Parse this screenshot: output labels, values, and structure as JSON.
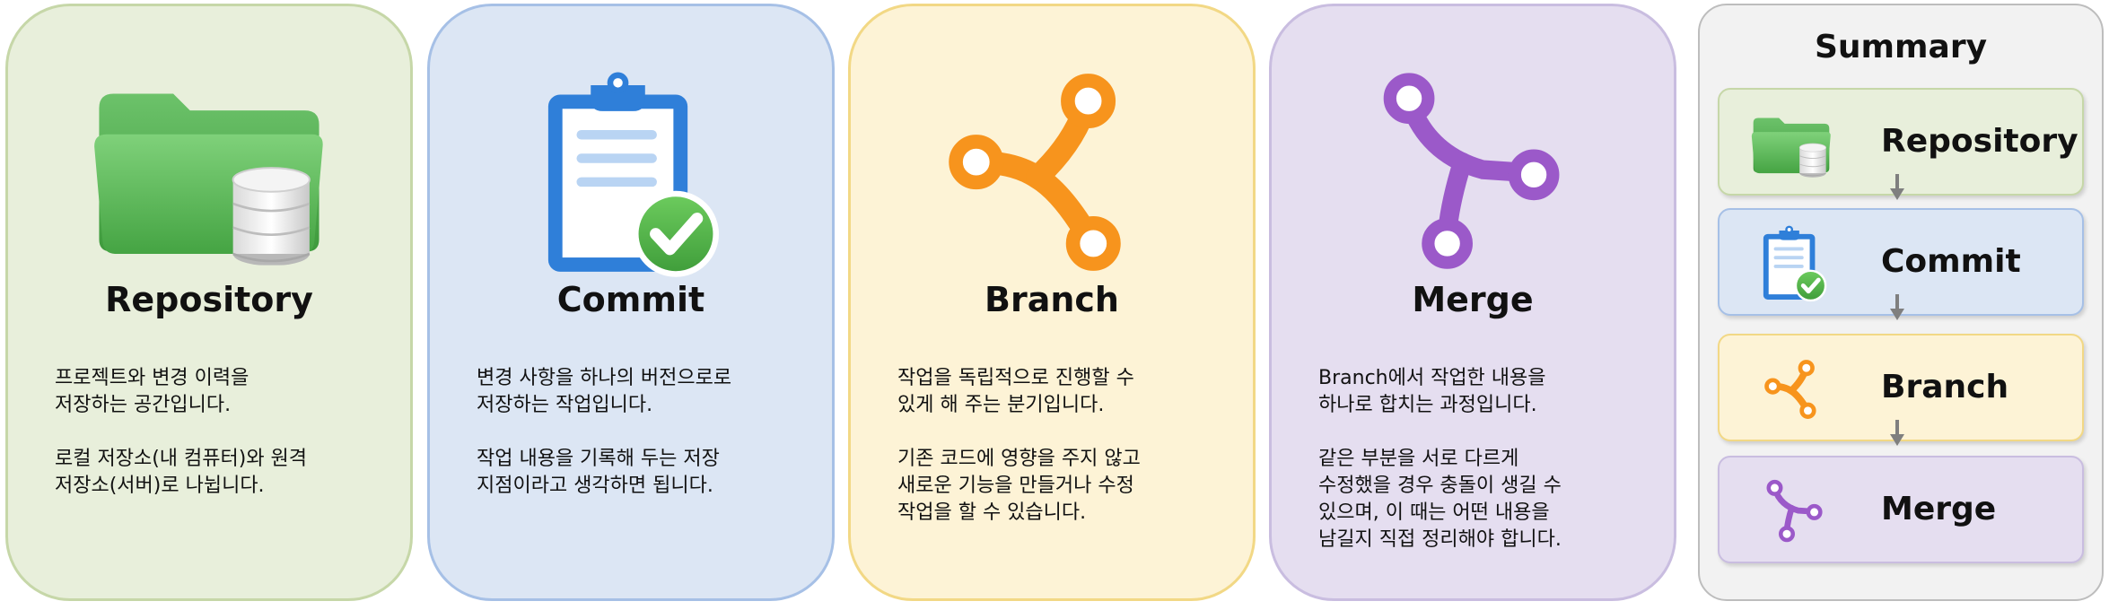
{
  "cards": [
    {
      "id": "repository",
      "title": "Repository",
      "icon": "folder-database-icon",
      "paragraphs": [
        "프로젝트와 변경 이력을\n저장하는 공간입니다.",
        "로컬 저장소(내 컴퓨터)와 원격\n저장소(서버)로 나뉩니다."
      ]
    },
    {
      "id": "commit",
      "title": "Commit",
      "icon": "clipboard-check-icon",
      "paragraphs": [
        "변경 사항을 하나의 버전으로로\n저장하는 작업입니다.",
        "작업 내용을 기록해 두는 저장\n지점이라고 생각하면 됩니다."
      ]
    },
    {
      "id": "branch",
      "title": "Branch",
      "icon": "branch-icon",
      "paragraphs": [
        "작업을 독립적으로 진행할 수\n있게 해 주는 분기입니다.",
        "기존 코드에 영향을 주지 않고\n새로운 기능을 만들거나 수정\n작업을 할 수 있습니다."
      ]
    },
    {
      "id": "merge",
      "title": "Merge",
      "icon": "merge-icon",
      "paragraphs": [
        "Branch에서 작업한 내용을\n하나로 합치는 과정입니다.",
        "같은 부분을 서로 다르게\n수정했을 경우 충돌이 생길 수\n있으며, 이 때는 어떤 내용을\n남길지 직접 정리해야 합니다."
      ]
    }
  ],
  "summary": {
    "title": "Summary",
    "items": [
      {
        "label": "Repository",
        "icon": "folder-database-icon"
      },
      {
        "label": "Commit",
        "icon": "clipboard-check-icon"
      },
      {
        "label": "Branch",
        "icon": "branch-icon"
      },
      {
        "label": "Merge",
        "icon": "merge-icon"
      }
    ]
  },
  "colors": {
    "repository_fill": "#e8efdb",
    "commit_fill": "#dce6f4",
    "branch_fill": "#fdf3d6",
    "merge_fill": "#e5def0",
    "summary_fill": "#f2f2f2",
    "folder_green": "#5cb85c",
    "clipboard_blue": "#2f7fd9",
    "check_green": "#4caf50",
    "branch_orange": "#f7941d",
    "merge_purple": "#9b59c9",
    "arrow_gray": "#7f7f7f"
  }
}
